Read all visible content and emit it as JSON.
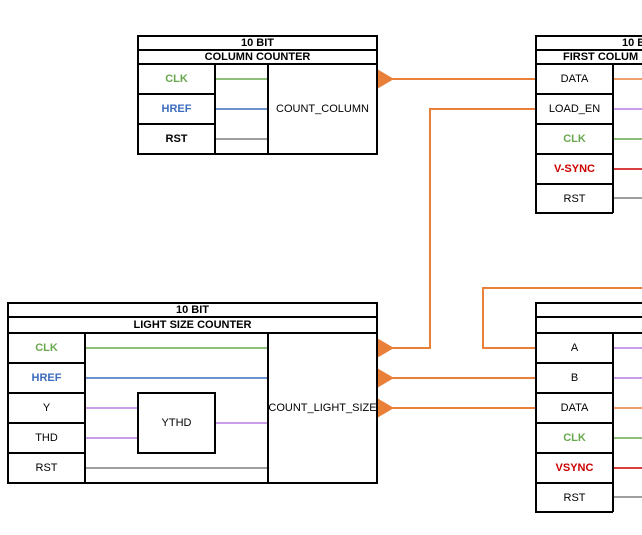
{
  "colors": {
    "clk": "#6aa84f",
    "href": "#3d6bbf",
    "vsync": "#cc0000",
    "rst": "#7f7f7f",
    "data_wire": "#e8803a",
    "purple": "#b77de0",
    "black": "#000000"
  },
  "column_counter": {
    "bits": "10 BIT",
    "name": "COLUMN COUNTER",
    "inputs": [
      "CLK",
      "HREF",
      "RST"
    ],
    "output": "COUNT_COLUMN"
  },
  "first_column_register": {
    "bits": "10 B",
    "name": "FIRST COLUM",
    "inputs": [
      "DATA",
      "LOAD_EN",
      "CLK",
      "V-SYNC",
      "RST"
    ]
  },
  "light_size_counter": {
    "bits": "10 BIT",
    "name": "LIGHT SIZE COUNTER",
    "inputs": [
      "CLK",
      "HREF",
      "Y",
      "THD",
      "RST"
    ],
    "comparator": "YTHD",
    "output": "COUNT_LIGHT_SIZE"
  },
  "comparator_block": {
    "inputs": [
      "A",
      "B",
      "DATA",
      "CLK",
      "VSYNC",
      "RST"
    ]
  }
}
